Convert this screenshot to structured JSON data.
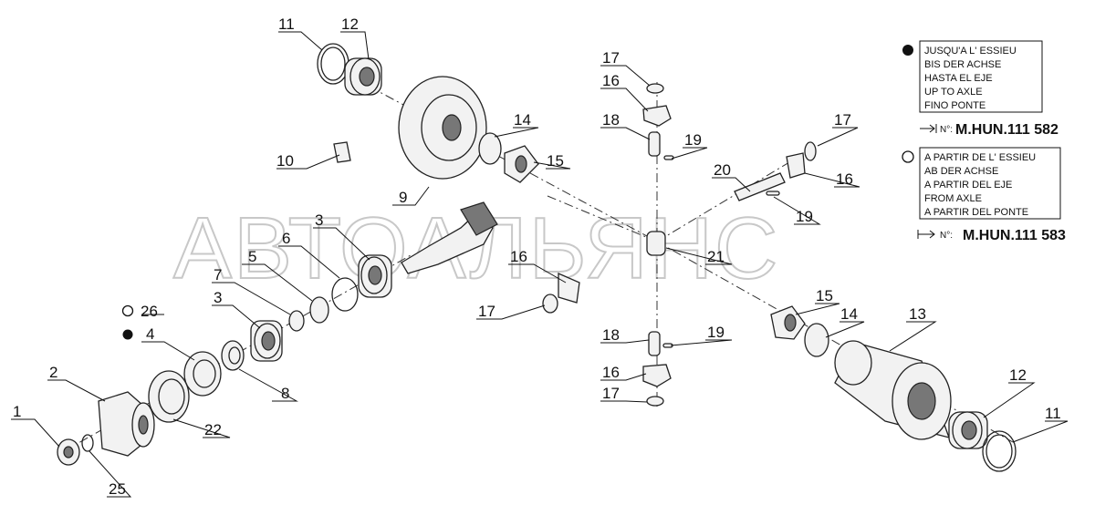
{
  "watermark": "АВТОАЛЬЯНС",
  "legend": {
    "filled": {
      "marker": "filled-circle",
      "lines": [
        "JUSQU'A L' ESSIEU",
        "BIS DER ACHSE",
        "HASTA EL EJE",
        "UP TO AXLE",
        "FINO PONTE"
      ],
      "ref_prefix": "N°:",
      "ref_value": "M.HUN.111 582"
    },
    "open": {
      "marker": "open-circle",
      "lines": [
        "A PARTIR DE L' ESSIEU",
        "AB DER ACHSE",
        "A PARTIR DEL EJE",
        "FROM AXLE",
        "A PARTIR DEL PONTE"
      ],
      "ref_prefix": "N°:",
      "ref_value": "M.HUN.111 583"
    }
  },
  "labels": [
    "1",
    "2",
    "3",
    "3",
    "4",
    "5",
    "6",
    "7",
    "8",
    "9",
    "10",
    "11",
    "11",
    "12",
    "12",
    "13",
    "14",
    "14",
    "15",
    "15",
    "16",
    "16",
    "16",
    "16",
    "17",
    "17",
    "17",
    "17",
    "18",
    "18",
    "19",
    "19",
    "19",
    "20",
    "21",
    "22",
    "25",
    "26"
  ],
  "colors": {
    "line": "#222222",
    "watermark": "#c8c8c8"
  }
}
